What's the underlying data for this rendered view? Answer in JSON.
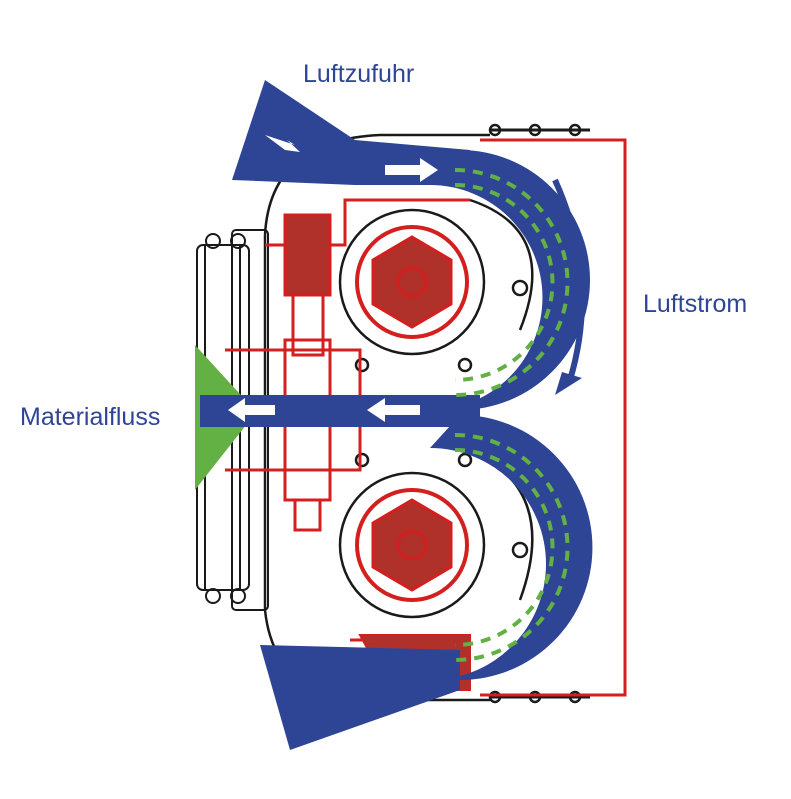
{
  "labels": {
    "air_intake": "Luftzufuhr",
    "air_flow": "Luftstrom",
    "material_flow": "Materialfluss"
  },
  "colors": {
    "air": "#2e4596",
    "frame": "#d41f1f",
    "frame_fill": "#b0302a",
    "material": "#63b045",
    "outline": "#1a1a1a",
    "label_text": "#2e4596"
  }
}
